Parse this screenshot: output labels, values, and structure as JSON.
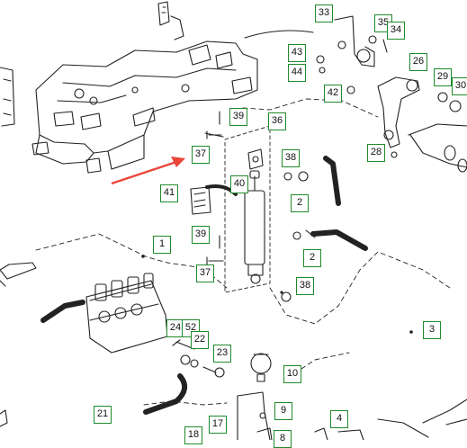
{
  "colors": {
    "callout_border": "#1f8a2c",
    "arrow": "#e8463a",
    "line": "#222222"
  },
  "callouts": {
    "c1": "1",
    "c2a": "2",
    "c2b": "2",
    "c3": "3",
    "c4": "4",
    "c8": "8",
    "c9": "9",
    "c10": "10",
    "c17": "17",
    "c18": "18",
    "c21": "21",
    "c22": "22",
    "c23": "23",
    "c24": "24",
    "c26": "26",
    "c28": "28",
    "c29": "29",
    "c30": "30",
    "c33": "33",
    "c34": "34",
    "c35": "35",
    "c36": "36",
    "c37a": "37",
    "c37b": "37",
    "c38a": "38",
    "c38b": "38",
    "c39a": "39",
    "c39b": "39",
    "c40": "40",
    "c41": "41",
    "c42": "42",
    "c43": "43",
    "c44": "44",
    "c52": "52"
  },
  "icons": {
    "pointer_arrow": "red-pointer-arrow-icon"
  }
}
